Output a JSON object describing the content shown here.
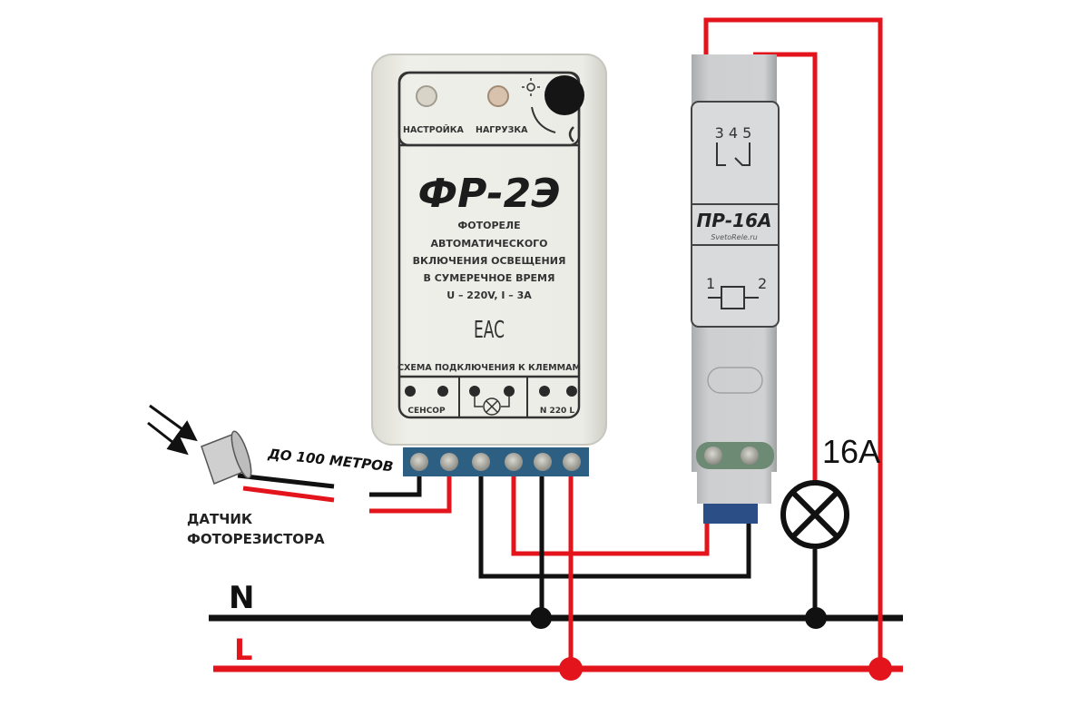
{
  "photo_relay": {
    "model": "ФР-2Э",
    "led_setup_label": "НАСТРОЙКА",
    "led_load_label": "НАГРУЗКА",
    "description": [
      "ФОТОРЕЛЕ",
      "АВТОМАТИЧЕСКОГО",
      "ВКЛЮЧЕНИЯ ОСВЕЩЕНИЯ",
      "В СУМЕРЕЧНОЕ ВРЕМЯ",
      "U – 220V, I – 3A"
    ],
    "certification_mark": "EAC",
    "terminals_title": "СХЕМА ПОДКЛЮЧЕНИЯ К КЛЕММАМ",
    "terminal_sensor_label": "СЕНСОР",
    "terminal_power_label": "N 220 L"
  },
  "contactor": {
    "model": "ПР-16А",
    "website": "SvetoRele.ru",
    "contacts_label": "3 4 5",
    "coil_left": "1",
    "coil_right": "2"
  },
  "sensor": {
    "cable_length_label": "ДО 100 МЕТРОВ",
    "name_line1": "ДАТЧИК",
    "name_line2": "ФОТОРЕЗИСТОРА"
  },
  "load": {
    "rating_label": "16A"
  },
  "mains": {
    "neutral_label": "N",
    "live_label": "L"
  },
  "colors": {
    "live": "#e3141b",
    "neutral": "#111111",
    "terminal_block": "#2d5f82",
    "relay_body": "#e9e9e3",
    "contactor_body": "#c9cbcc"
  }
}
